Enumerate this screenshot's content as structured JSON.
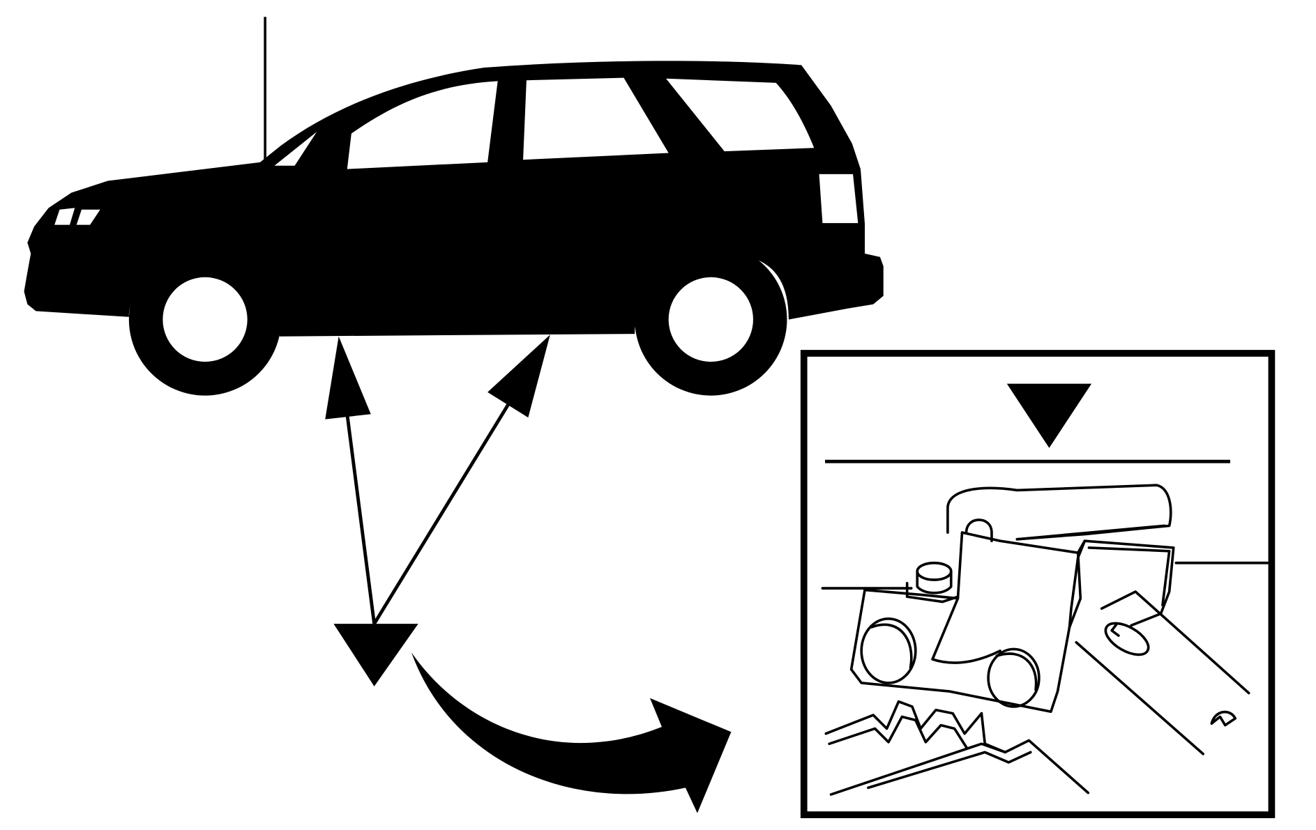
{
  "diagram": {
    "colors": {
      "ink": "#000000",
      "paper": "#ffffff"
    },
    "elements": {
      "vehicle": "suv-silhouette",
      "jacking_points": 2,
      "inset": "jack-head-detail",
      "inset_marker": "down-triangle-icon",
      "callout_marker": "down-triangle-icon",
      "rotation_arrow": "curved-arrow-icon"
    }
  }
}
